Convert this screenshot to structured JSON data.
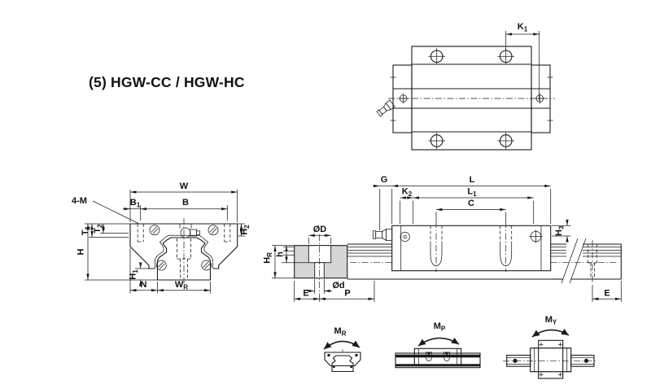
{
  "title": "(5) HGW-CC / HGW-HC",
  "colors": {
    "line_color": "#1a1a1a",
    "rail_section_fill": "#d6d6d6",
    "background": "#ffffff"
  },
  "top_view": {
    "labels": {
      "k1": {
        "main": "K",
        "sub": "1"
      }
    }
  },
  "front_view": {
    "labels": {
      "w": "W",
      "b": "B",
      "b1": {
        "main": "B",
        "sub": "1"
      },
      "bolt": "4-M",
      "t1": {
        "main": "T",
        "sub": "1"
      },
      "t2": {
        "main": "T",
        "sub": "2"
      },
      "h": "H",
      "h1": {
        "main": "H",
        "sub": "1"
      },
      "h2": {
        "main": "H",
        "sub": "2"
      },
      "n": "N",
      "wr": {
        "main": "W",
        "sub": "R"
      }
    }
  },
  "side_view": {
    "labels": {
      "g": "G",
      "l": "L",
      "l1": {
        "main": "L",
        "sub": "1"
      },
      "k2": {
        "main": "K",
        "sub": "2"
      },
      "c": "C",
      "h3": {
        "main": "H",
        "sub": "3"
      },
      "bore_d": "ØD",
      "bore_d_small": "Ød",
      "h_depth": "h",
      "hr": {
        "main": "H",
        "sub": "R"
      },
      "e_left": "E",
      "p": "P",
      "e_right": "E"
    }
  },
  "moment_diagrams": {
    "mr": {
      "main": "M",
      "sub": "R"
    },
    "mp": {
      "main": "M",
      "sub": "P"
    },
    "my": {
      "main": "M",
      "sub": "Y"
    }
  }
}
